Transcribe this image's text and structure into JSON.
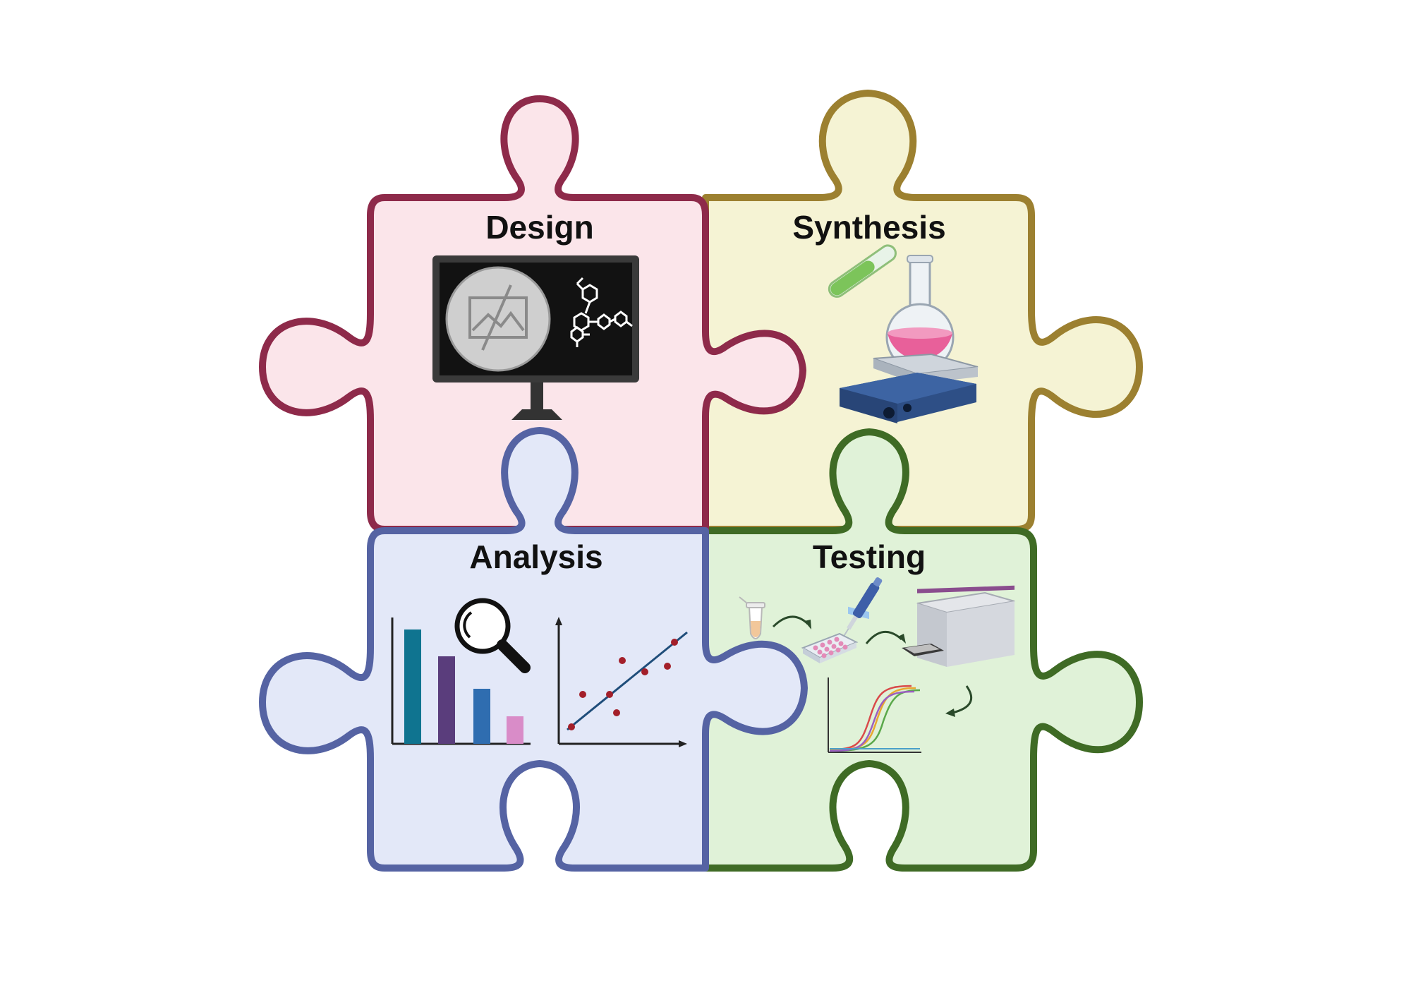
{
  "pieces": {
    "design": {
      "label": "Design",
      "fill": "#fbe5ea",
      "stroke": "#8e2a4a"
    },
    "synthesis": {
      "label": "Synthesis",
      "fill": "#f5f3d4",
      "stroke": "#9c8030"
    },
    "analysis": {
      "label": "Analysis",
      "fill": "#e3e8f8",
      "stroke": "#5563a3"
    },
    "testing": {
      "label": "Testing",
      "fill": "#e0f2d8",
      "stroke": "#3f6b25"
    }
  },
  "icons": {
    "design": [
      "computer-monitor-icon",
      "image-placeholder-icon",
      "molecule-icon"
    ],
    "synthesis": [
      "test-tube-icon",
      "round-bottom-flask-icon",
      "hot-plate-stirrer-icon"
    ],
    "analysis": [
      "bar-chart-icon",
      "magnifying-glass-icon",
      "scatter-plot-icon"
    ],
    "testing": [
      "sample-tube-icon",
      "pipette-icon",
      "well-plate-icon",
      "plate-reader-icon",
      "amplification-curves-icon",
      "arrow-icon"
    ]
  },
  "colors": {
    "bar_teal": "#0f7490",
    "bar_purple": "#5a3d7c",
    "bar_blue": "#2f6db0",
    "bar_pink": "#d98cc8",
    "scatter_point": "#a31f2a",
    "trend_line": "#1f4d7a",
    "flask_liquid": "#e8609a",
    "test_tube_liquid": "#7cc45a",
    "stirrer_body": "#2e4f86"
  }
}
